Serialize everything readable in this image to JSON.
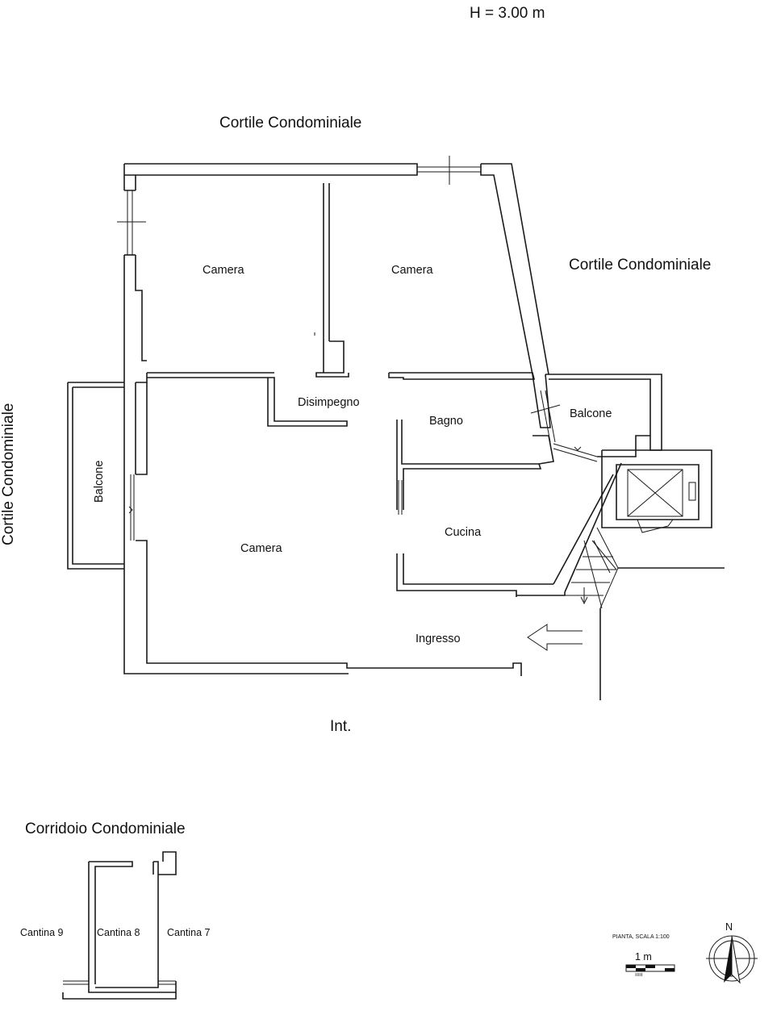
{
  "height_note": "H = 3.00 m",
  "surroundings": {
    "courtyard_top": "Cortile Condominiale",
    "courtyard_right": "Cortile Condominiale",
    "courtyard_left": "Cortile Condominiale",
    "interior": "Int.",
    "corridor": "Corridoio Condominiale"
  },
  "rooms": {
    "camera_top_left": "Camera",
    "camera_top_right": "Camera",
    "camera_main": "Camera",
    "disimpegno": "Disimpegno",
    "bagno": "Bagno",
    "cucina": "Cucina",
    "ingresso": "Ingresso",
    "balcone_left": "Balcone",
    "balcone_right": "Balcone"
  },
  "cellars": {
    "cantina_9": "Cantina 9",
    "cantina_8": "Cantina 8",
    "cantina_7": "Cantina 7"
  },
  "scale": {
    "title": "PIANTA, SCALA 1:100",
    "bar_label": "1 m",
    "ticks": "ııııı"
  },
  "compass": {
    "north": "N"
  }
}
